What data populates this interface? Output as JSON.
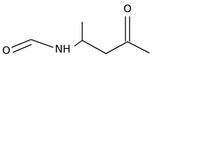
{
  "structure": {
    "atom_labels": {
      "formyl_oxygen": "O",
      "amide_nitrogen": "NH",
      "ketone_oxygen": "O"
    }
  },
  "colors": {
    "background": "#ffffff",
    "ink": "#000000"
  }
}
